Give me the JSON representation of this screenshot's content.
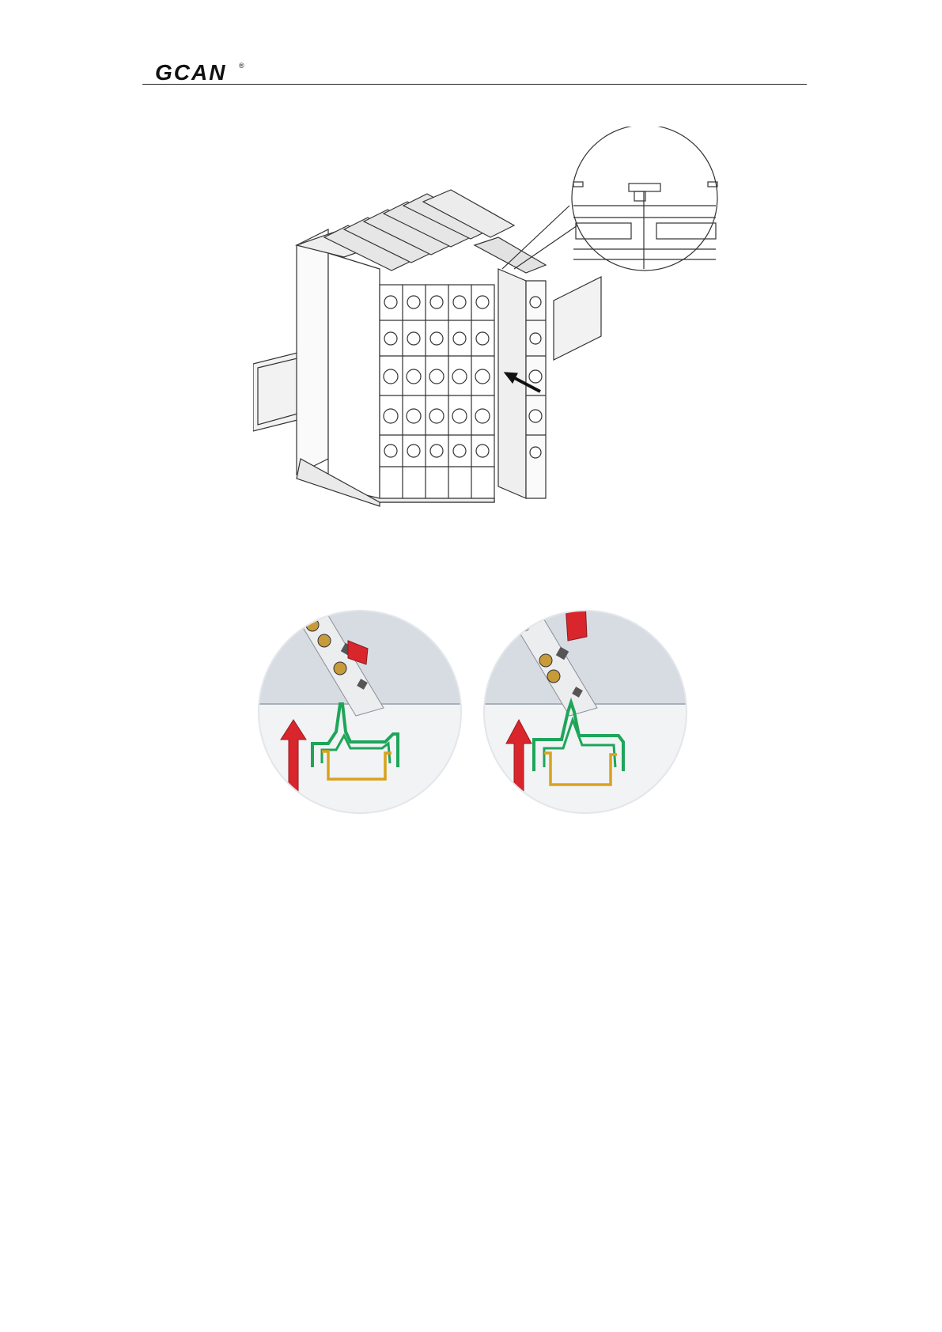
{
  "header": {
    "logo_text": "GCAN",
    "logo_mark": "®"
  },
  "figures": [
    {
      "name": "terminal-modules-on-din-rail",
      "icon": "terminal-block-assembly"
    },
    {
      "name": "release-lever-locked",
      "icon": "din-rail-clip-locked"
    },
    {
      "name": "release-lever-pulled",
      "icon": "din-rail-clip-released"
    }
  ],
  "colors": {
    "rule": "#222222",
    "latch_red": "#d8262c",
    "clip_green": "#1fa55a",
    "rail_yellow": "#d9a21c",
    "panel_grey": "#dfe3e8"
  }
}
